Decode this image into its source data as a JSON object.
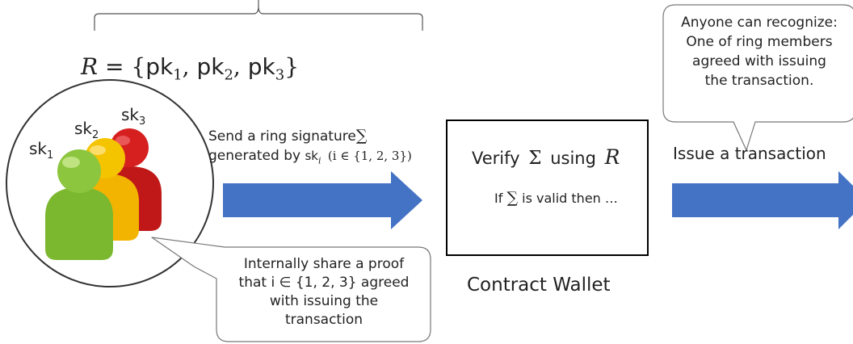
{
  "ring_set": {
    "lhs": "R",
    "eq": "=",
    "members": [
      "pk",
      "1",
      "pk",
      "2",
      "pk",
      "3"
    ],
    "open": "{",
    "close": "}"
  },
  "keys": [
    {
      "base": "sk",
      "sub": "1"
    },
    {
      "base": "sk",
      "sub": "2"
    },
    {
      "base": "sk",
      "sub": "3"
    }
  ],
  "send_label": {
    "line1": "Send a ring signature",
    "sigma": "∑",
    "line2_prefix": "generated by",
    "sk": "sk",
    "sub_i": "i",
    "condition": "(i ∈ {1, 2, 3})"
  },
  "internal_bubble": {
    "lines": [
      "Internally share a proof",
      "that i ∈ {1, 2, 3}  agreed",
      "with issuing the",
      "transaction"
    ]
  },
  "wallet_box": {
    "verify_prefix": "Verify",
    "sigma": "Σ",
    "using": "using",
    "r": "R",
    "if_prefix": "If",
    "if_sigma": "∑",
    "if_suffix": "is valid then …"
  },
  "wallet_label": "Contract Wallet",
  "issue_label": "Issue a transaction",
  "public_bubble": {
    "lines": [
      "Anyone can recognize:",
      "One of ring members",
      "agreed with issuing",
      "the transaction."
    ]
  },
  "colors": {
    "arrow": "#4472c4",
    "person_green": "#8cc63f",
    "person_yellow": "#f5c400",
    "person_red": "#d62020",
    "stroke": "#333333"
  }
}
